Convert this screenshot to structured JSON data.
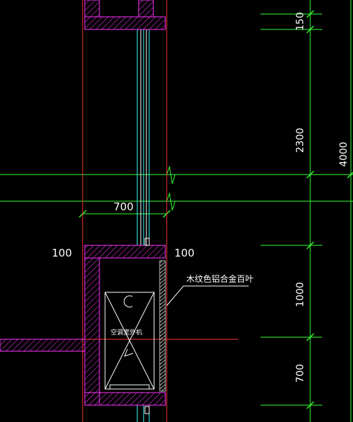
{
  "drawing": {
    "colors": {
      "background": "#000000",
      "wall": "#ff33ff",
      "hatch": "#ff33ff",
      "axis": "#ff3333",
      "dimension": "#33ff33",
      "window": "#33ffff",
      "equipment": "#ffffff"
    },
    "dimensions": {
      "horizontal_700": "700",
      "left_100": "100",
      "right_100": "100",
      "v_150": "150",
      "v_2300": "2300",
      "v_4000": "4000",
      "v_1000": "1000",
      "v_700": "700"
    },
    "labels": {
      "louver": "木纹色铝合金百叶",
      "ac_unit": "空调室外机"
    }
  }
}
